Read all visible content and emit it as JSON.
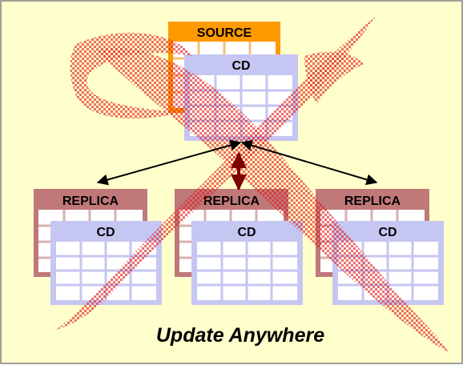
{
  "diagram": {
    "source": {
      "label": "SOURCE",
      "cd_label": "CD"
    },
    "replicas": [
      {
        "label": "REPLICA",
        "cd_label": "CD"
      },
      {
        "label": "REPLICA",
        "cd_label": "CD"
      },
      {
        "label": "REPLICA",
        "cd_label": "CD"
      }
    ],
    "caption": "Update Anywhere"
  },
  "colors": {
    "background": "#FFFFCC",
    "frame": "#808080",
    "source_table": "#FF9900",
    "source_grid": "#F7C07C",
    "replica_table": "#C07878",
    "replica_grid": "#D9AFAF",
    "cd_table": "#C6C6F2",
    "cd_cells": "#FFFFFF",
    "cross_overlay": "#E02020",
    "arrows": "#000000",
    "center_arrow": "#800000"
  }
}
